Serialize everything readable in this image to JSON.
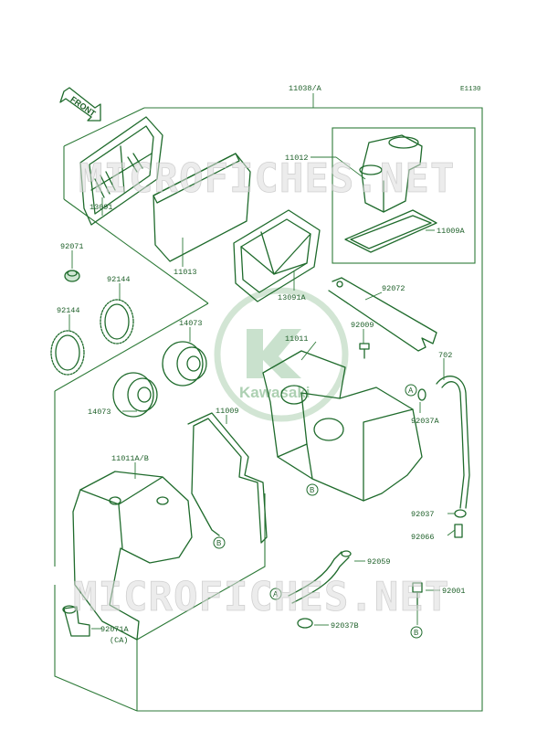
{
  "diagram_code": "E1130",
  "front_label": "FRONT",
  "watermarks": [
    "MICROFICHES.NET",
    "MICROFICHES.NET"
  ],
  "logo_text": "Kawasaki",
  "callouts": {
    "c11038A": "11038/A",
    "c11012": "11012",
    "c11009A": "11009A",
    "c13091": "13091",
    "c11013": "11013",
    "c13091A": "13091A",
    "c92071": "92071",
    "c92144a": "92144",
    "c92144b": "92144",
    "c92072": "92072",
    "c14073a": "14073",
    "c14073b": "14073",
    "c92009": "92009",
    "c11011": "11011",
    "c702": "702",
    "c92037A": "92037A",
    "c11009": "11009",
    "c11011AB": "11011A/B",
    "c92037": "92037",
    "c92066": "92066",
    "c92059": "92059",
    "c92001": "92001",
    "c92037B": "92037B",
    "c92071A": "92071A",
    "cCA": "(CA)"
  },
  "reference_markers": {
    "a1": "A",
    "a2": "A",
    "b1": "B",
    "b2": "B",
    "b3": "B"
  },
  "colors": {
    "line": "#1f6b2c",
    "text": "#1d5f28",
    "watermark": "#c8c8c8"
  }
}
